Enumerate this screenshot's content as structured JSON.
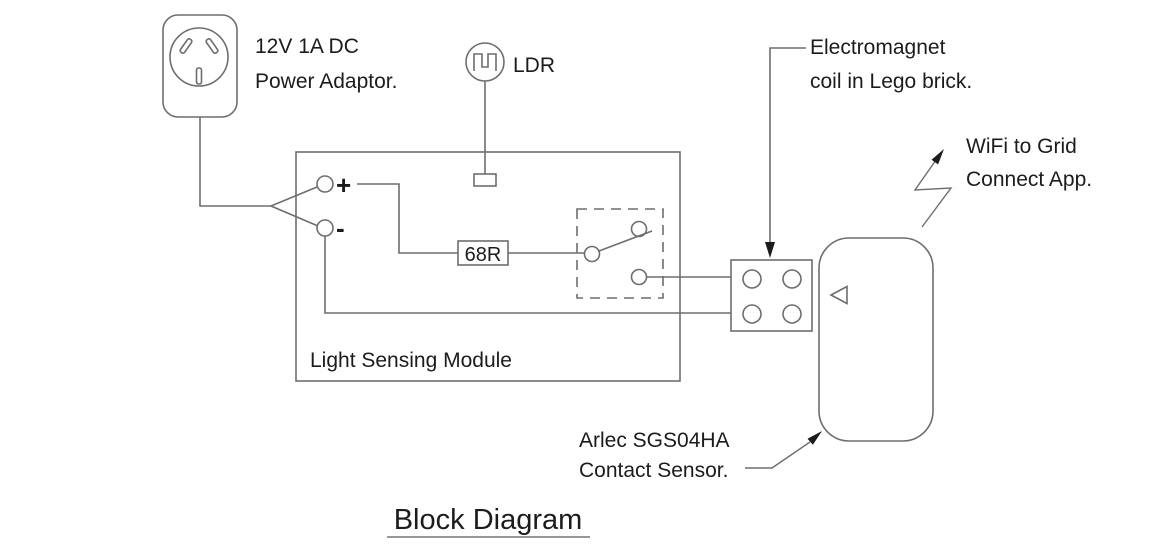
{
  "title": "Block Diagram",
  "labels": {
    "power_adaptor_line1": "12V 1A DC",
    "power_adaptor_line2": "Power Adaptor.",
    "ldr": "LDR",
    "module": "Light Sensing Module",
    "resistor": "68R",
    "plus": "+",
    "minus": "-",
    "electromagnet_line1": "Electromagnet",
    "electromagnet_line2": "coil in Lego brick.",
    "wifi_line1": "WiFi to Grid",
    "wifi_line2": "Connect App.",
    "sensor_line1": "Arlec SGS04HA",
    "sensor_line2": "Contact Sensor."
  },
  "colors": {
    "line": "#6e6e6e",
    "text": "#1c1c1c",
    "arrow": "#1c1c1c",
    "background": "#ffffff"
  }
}
